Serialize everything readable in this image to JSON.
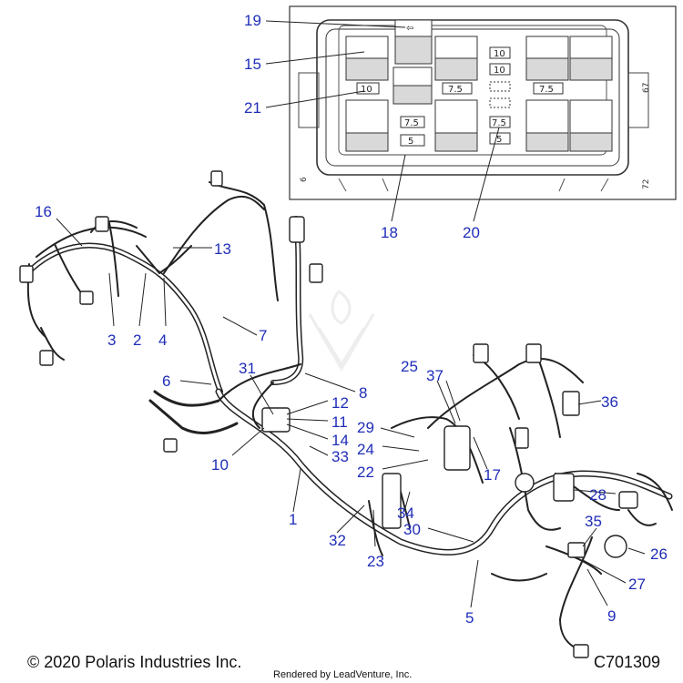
{
  "inset": {
    "fuse_labels": [
      "10",
      "10",
      "7.5",
      "7.5",
      "10",
      "7.5",
      "7.5",
      "5",
      "5"
    ],
    "edge_labels": [
      "6",
      "67",
      "72"
    ],
    "arrow_glyph": "⇦"
  },
  "callouts": [
    "1",
    "2",
    "3",
    "4",
    "5",
    "6",
    "7",
    "8",
    "9",
    "10",
    "11",
    "12",
    "13",
    "14",
    "15",
    "16",
    "17",
    "18",
    "19",
    "20",
    "21",
    "22",
    "23",
    "24",
    "25",
    "26",
    "27",
    "28",
    "29",
    "30",
    "31",
    "32",
    "33",
    "34",
    "35",
    "36",
    "37"
  ],
  "footer": {
    "copyright": "© 2020 Polaris Industries Inc.",
    "rendered_by": "Rendered by LeadVenture, Inc.",
    "part_code": "C701309"
  },
  "colors": {
    "callout": "#1f2db8",
    "line": "#222222",
    "relay_fill": "#d9d9d9"
  }
}
